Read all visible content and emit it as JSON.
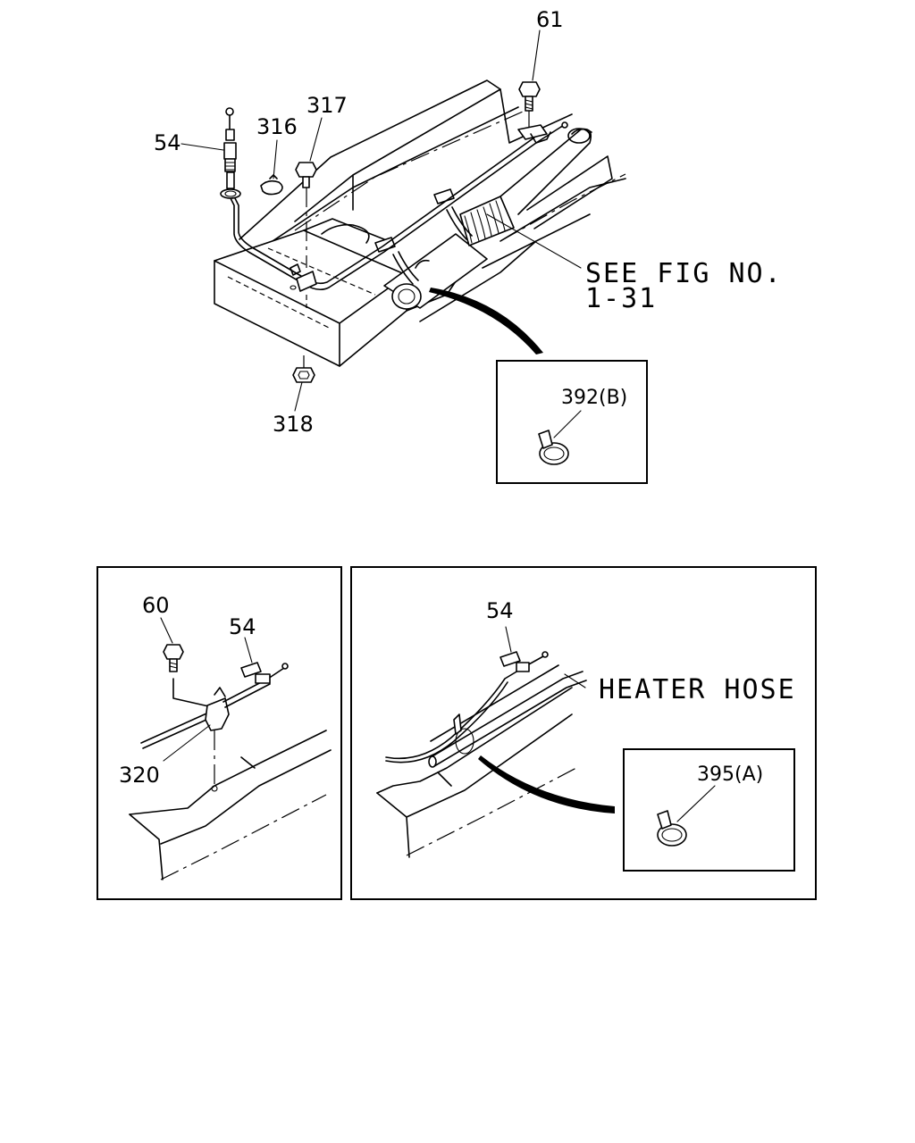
{
  "callouts": {
    "c61": "61",
    "c54_top": "54",
    "c316": "316",
    "c317": "317",
    "c318": "318",
    "c392b": "392(B)",
    "see_fig_line1": "SEE FIG NO.",
    "see_fig_line2": "1-31",
    "c60": "60",
    "c54_left": "54",
    "c320": "320",
    "c54_right": "54",
    "heater_hose": "HEATER HOSE",
    "c395a": "395(A)"
  }
}
